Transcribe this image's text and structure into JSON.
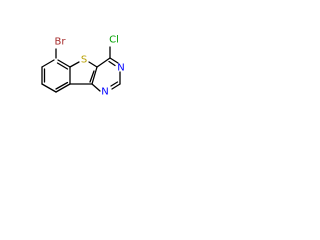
{
  "molecule": {
    "atoms": {
      "bromine": {
        "label": "Br",
        "color": "#a52a2a"
      },
      "chlorine": {
        "label": "Cl",
        "color": "#00a000"
      },
      "sulfur": {
        "label": "S",
        "color": "#b8a000"
      },
      "nitrogen_top": {
        "label": "N",
        "color": "#0000ff"
      },
      "nitrogen_bottom": {
        "label": "N",
        "color": "#0000ff"
      }
    }
  }
}
